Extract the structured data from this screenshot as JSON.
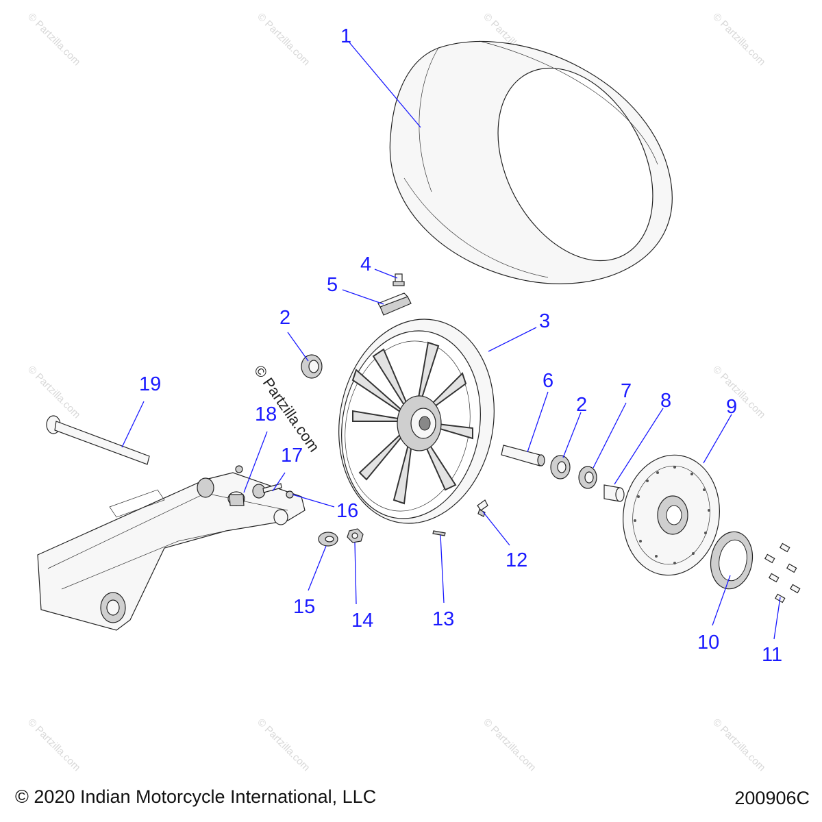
{
  "footer": {
    "copyright": "© 2020 Indian Motorcycle International, LLC",
    "diagram_id": "200906C"
  },
  "watermark": "© Partzilla.com",
  "callouts": [
    "1",
    "2",
    "3",
    "4",
    "5",
    "2",
    "6",
    "7",
    "8",
    "9",
    "10",
    "11",
    "12",
    "13",
    "14",
    "15",
    "16",
    "17",
    "18",
    "19"
  ]
}
